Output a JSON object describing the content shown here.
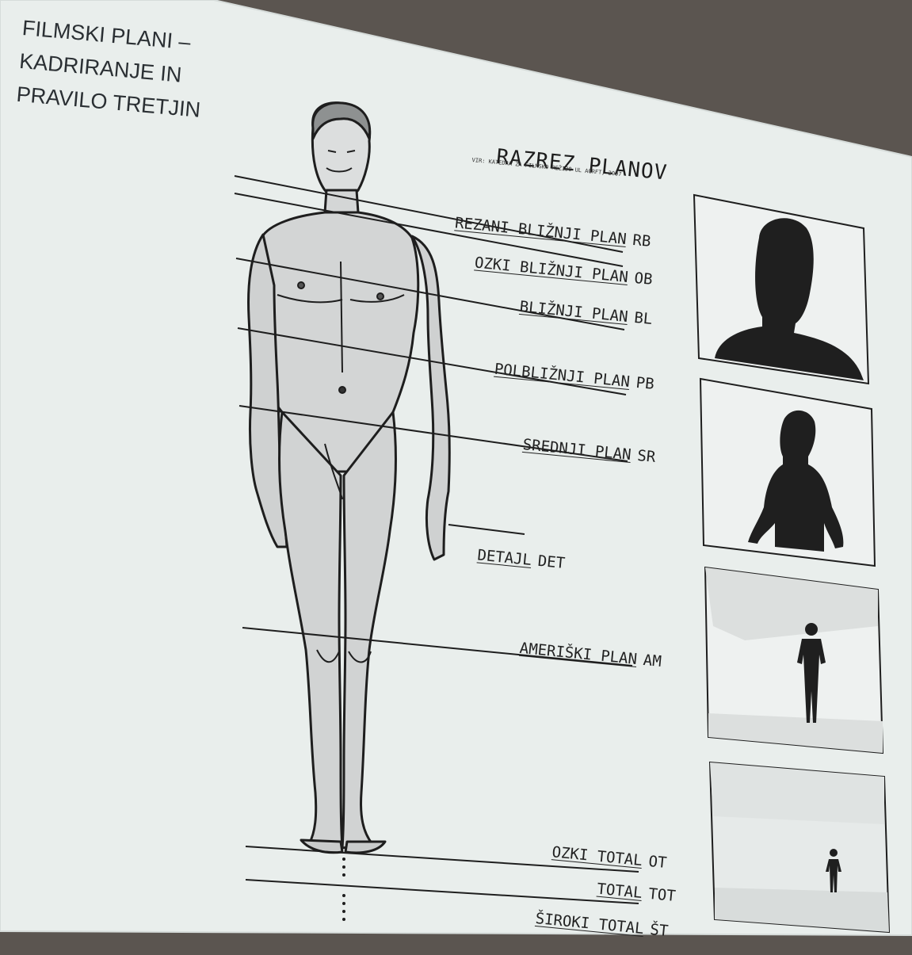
{
  "slide": {
    "title": "FILMSKI PLANI –\nKADRIRANJE IN\nPRAVILO TRETJIN"
  },
  "diagram": {
    "heading": "RAZREZ PLANOV",
    "source": "VIR: KATEDRA ZA FILMSKO REŽIJO UL AGRFT, 2007",
    "shots": [
      {
        "name": "REZANI BLIŽNJI PLAN",
        "abbr": "RB"
      },
      {
        "name": "OZKI BLIŽNJI PLAN",
        "abbr": "OB"
      },
      {
        "name": "BLIŽNJI PLAN",
        "abbr": "BL"
      },
      {
        "name": "POLBLIŽNJI PLAN",
        "abbr": "PB"
      },
      {
        "name": "SREDNJI PLAN",
        "abbr": "SR"
      },
      {
        "name": "DETAJL",
        "abbr": "DET"
      },
      {
        "name": "AMERIŠKI PLAN",
        "abbr": "AM"
      },
      {
        "name": "OZKI TOTAL",
        "abbr": "OT"
      },
      {
        "name": "TOTAL",
        "abbr": "TOT"
      },
      {
        "name": "ŠIROKI TOTAL",
        "abbr": "ŠT"
      }
    ],
    "figure": "standing-human-figure",
    "thumbnails": [
      {
        "icon": "head-shoulders-silhouette-icon"
      },
      {
        "icon": "waist-up-silhouette-icon"
      },
      {
        "icon": "full-body-silhouette-icon"
      },
      {
        "icon": "small-full-body-silhouette-icon"
      }
    ]
  },
  "colors": {
    "projection": "#e9eeec",
    "ink": "#222222",
    "silhouette": "#1f1f1f",
    "backdrop": "#5b5550"
  }
}
